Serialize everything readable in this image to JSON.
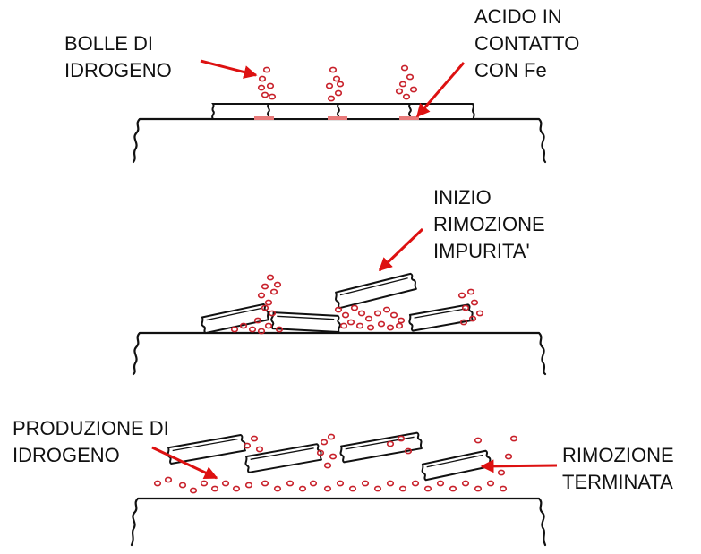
{
  "labels": {
    "bolle_di_idrogeno": [
      "BOLLE DI",
      "IDROGENO"
    ],
    "acido_in_contatto": [
      "ACIDO IN",
      "CONTATTO",
      "CON Fe"
    ],
    "inizio_rimozione": [
      "INIZIO",
      "RIMOZIONE",
      "IMPURITA'"
    ],
    "produzione_di_idrogeno": [
      "PRODUZIONE DI",
      "IDROGENO"
    ],
    "rimozione_terminata": [
      "RIMOZIONE",
      "TERMINATA"
    ]
  },
  "colors": {
    "outline": "#111111",
    "bubble": "#c8202a",
    "arrow": "#dd1111",
    "contact": "#e87a7a"
  },
  "icons": {
    "arrow": "red-arrow-icon",
    "bubble": "hydrogen-bubble-icon"
  }
}
